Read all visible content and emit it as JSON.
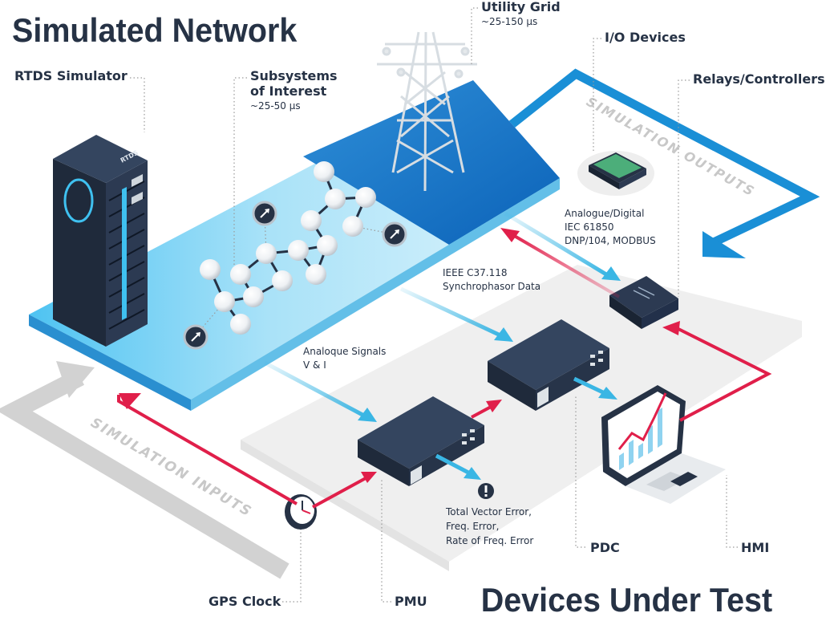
{
  "title": "Simulated Network",
  "subtitle": "Devices Under Test",
  "flows": {
    "inputs": "SIMULATION INPUTS",
    "outputs": "SIMULATION OUTPUTS"
  },
  "labels": {
    "rtds": "RTDS Simulator",
    "subsystems_line1": "Subsystems",
    "subsystems_line2": "of Interest",
    "subsystems_time": "~25-50 μs",
    "grid": "Utility Grid",
    "grid_time": "~25-150 μs",
    "io": "I/O Devices",
    "relays": "Relays/Controllers",
    "io_protocols": [
      "Analogue/Digital",
      "IEC 61850",
      "DNP/104, MODBUS"
    ],
    "synchro": [
      "IEEE C37.118",
      "Synchrophasor Data"
    ],
    "analog": [
      "Analoque Signals",
      "V & I"
    ],
    "errors": [
      "Total Vector Error,",
      "Freq. Error,",
      "Rate of Freq. Error"
    ],
    "pdc": "PDC",
    "hmi": "HMI",
    "gps": "GPS Clock",
    "pmu": "PMU",
    "rack_brand": "RTDS"
  },
  "colors": {
    "dark": "#263245",
    "blue_light": "#5ec8f2",
    "blue_deep": "#0d6fc4",
    "red": "#e01f4a",
    "cyan": "#3ab6e4",
    "gray_arrow": "#d2d2d2"
  }
}
